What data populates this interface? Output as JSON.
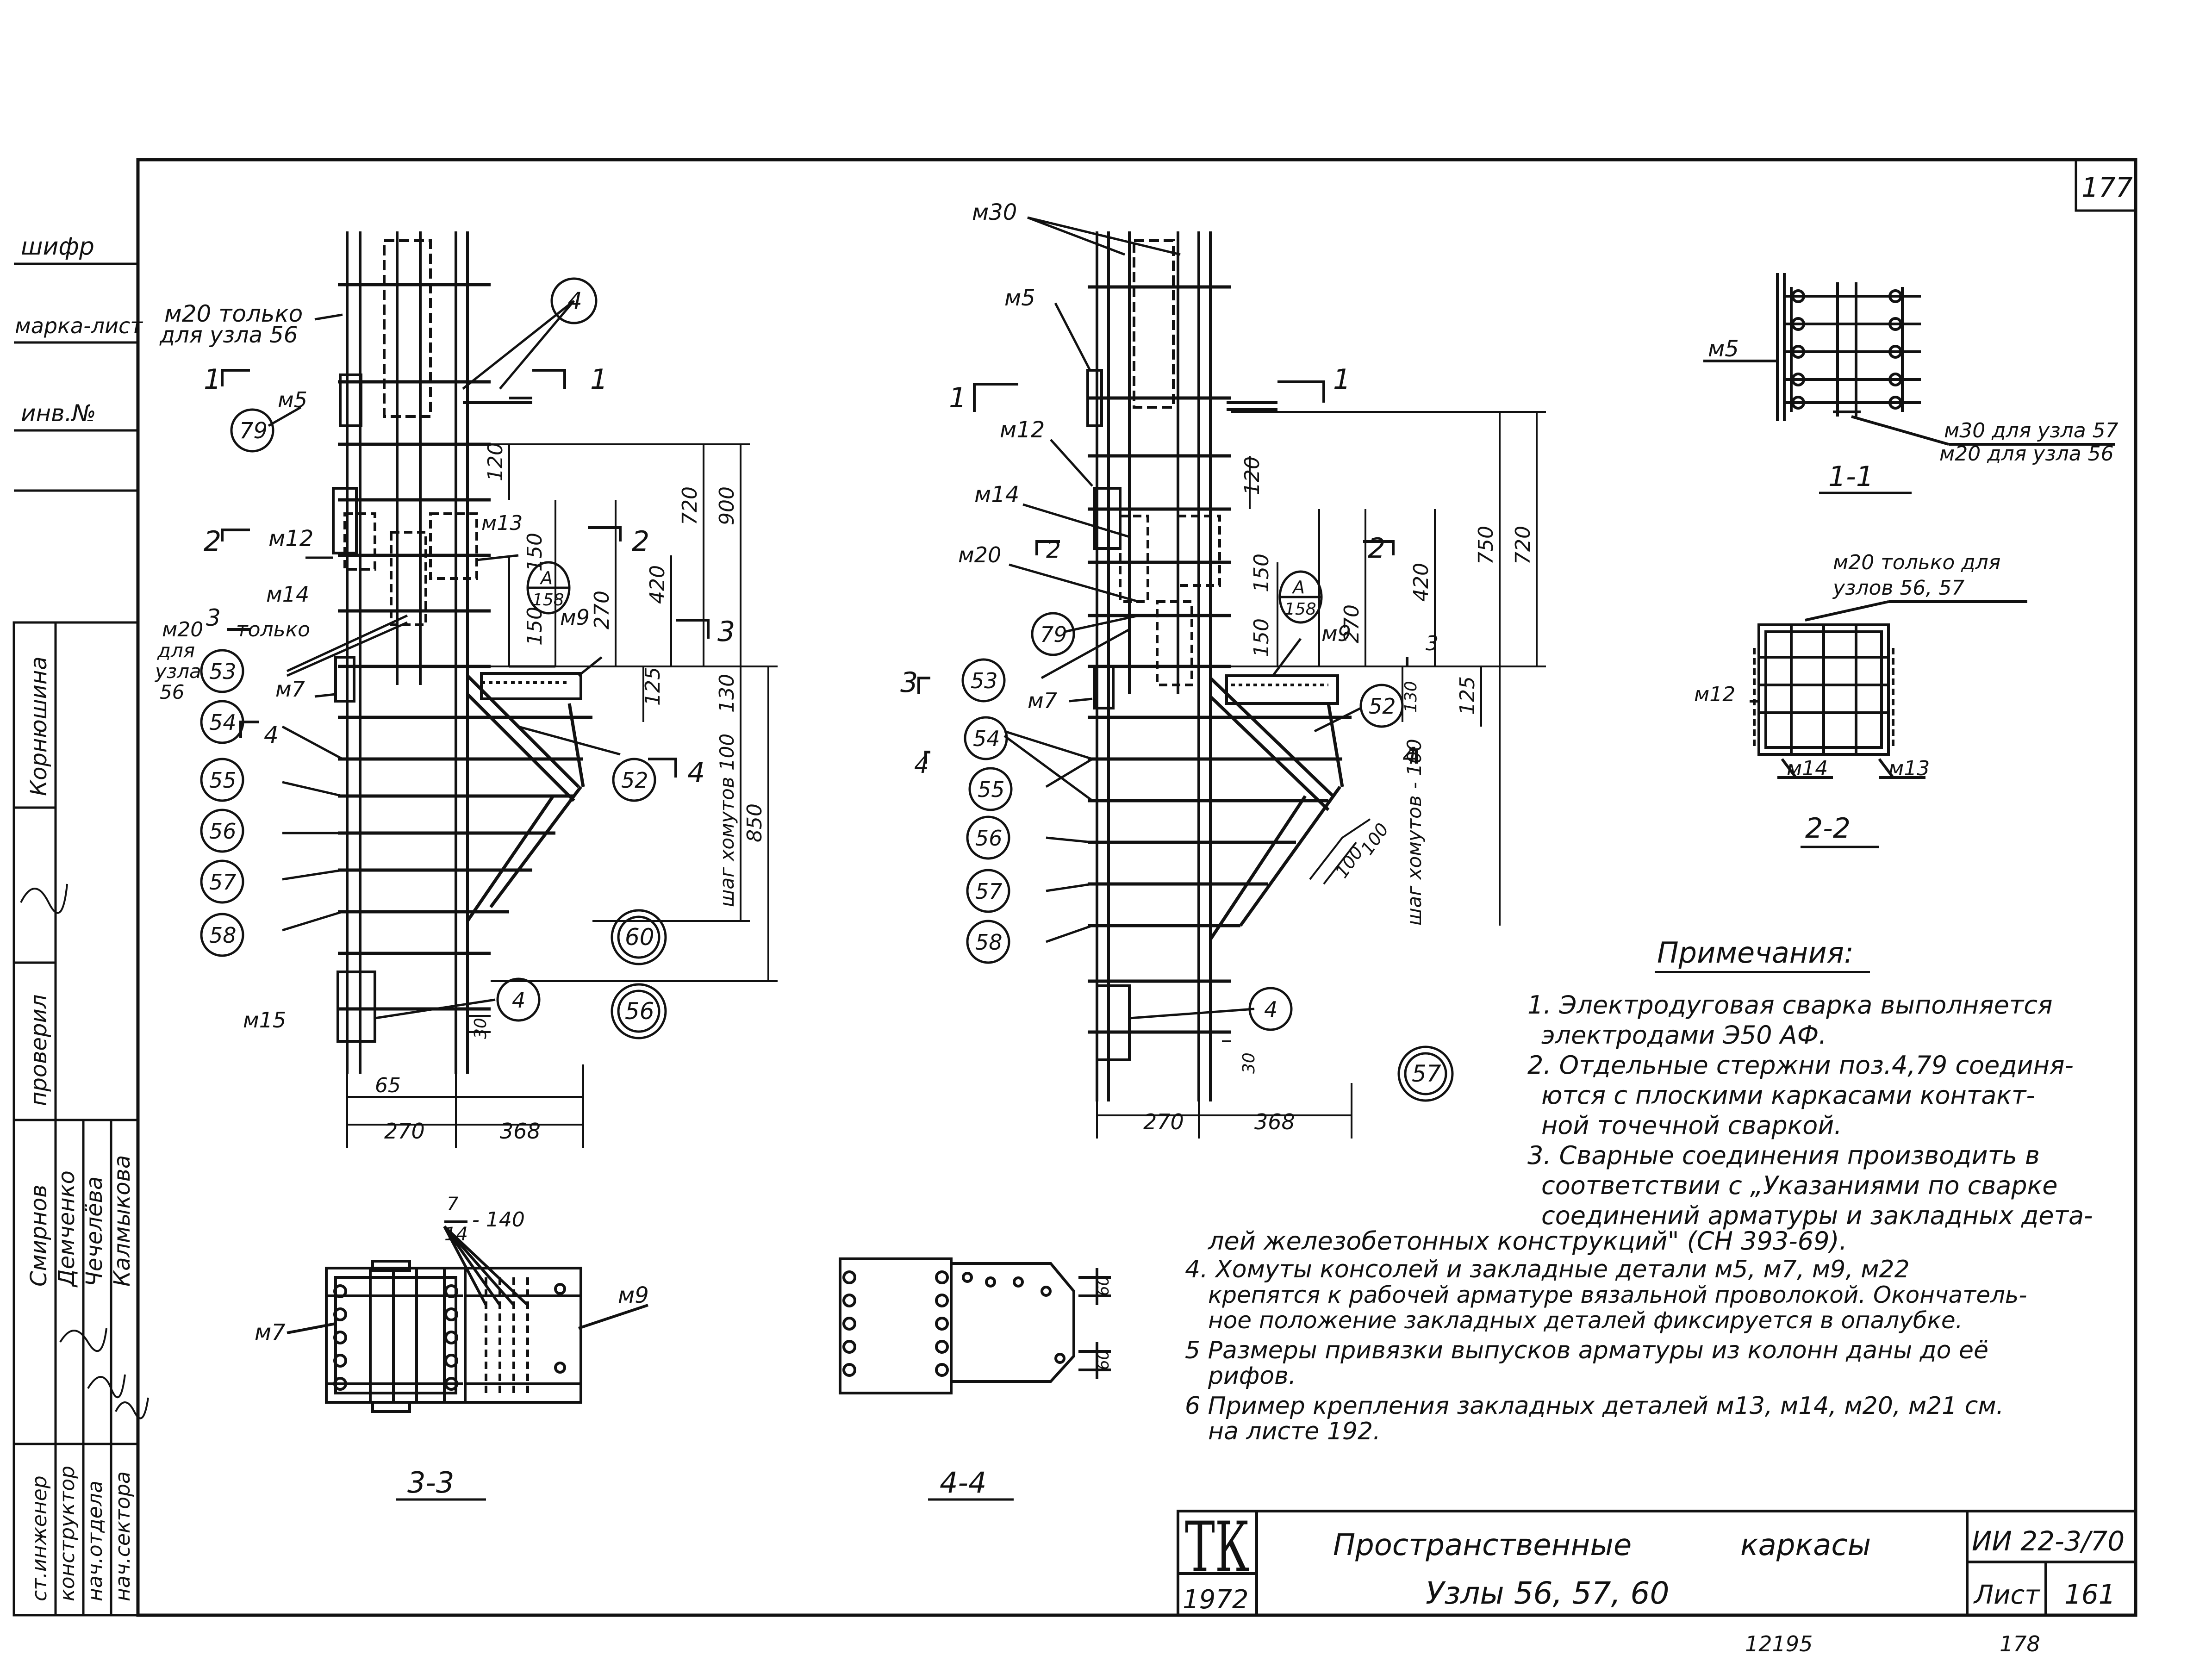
{
  "sheet_top_number": "177",
  "left_stamp": {
    "cipher_label": "шифр",
    "mark_sheet_label": "марка-лист",
    "inventory_label": "инв.№",
    "checked_label": "проверил",
    "checked_name": "Корнюшина",
    "roles": [
      "конструктор",
      "нач.отдела",
      "нач.сектора",
      "ст.инженер"
    ],
    "names": [
      "Смирнов",
      "Демченко",
      "Чечелёва",
      "Калмыкова"
    ]
  },
  "node1": {
    "m20_note": "м20 только",
    "m20_note2": "для узла 56",
    "callout_4": "4",
    "m5": "м5",
    "callout_79": "79",
    "m12": "м12",
    "m13": "м13",
    "m14": "м14",
    "m20_only": "м20",
    "only_word": "только",
    "m20_for_node": "для",
    "m20_node_word": "узла",
    "m20_node_num": "56",
    "m7": "м7",
    "m9": "м9",
    "callout_A": "А",
    "callout_A_sheet": "158",
    "bars": [
      "53",
      "54",
      "55",
      "56",
      "57",
      "58"
    ],
    "callout_52": "52",
    "node_60": "60",
    "node_56": "56",
    "m15": "м15",
    "callout_4_bottom": "4",
    "dims": {
      "d120": "120",
      "d150a": "150",
      "d150b": "150",
      "d270": "270",
      "d420": "420",
      "d720": "720",
      "d900": "900",
      "d125": "125",
      "d130": "130",
      "d850": "850",
      "d30": "30",
      "d65": "65",
      "d270b": "270",
      "d368": "368"
    },
    "stirrup_step": "шаг хомутов 100",
    "sec1": "1",
    "sec2": "2",
    "sec3": "3",
    "sec4": "4"
  },
  "node2": {
    "m30": "м30",
    "m5": "м5",
    "m12": "м12",
    "m14": "м14",
    "m20": "м20",
    "callout_79": "79",
    "callout_A": "А",
    "callout_A_sheet": "158",
    "m9": "м9",
    "m7": "м7",
    "bars": [
      "53",
      "54",
      "55",
      "56",
      "57",
      "58"
    ],
    "callout_52": "52",
    "callout_4": "4",
    "node_57": "57",
    "dims": {
      "d120": "120",
      "d150a": "150",
      "d150b": "150",
      "d270": "270",
      "d420": "420",
      "d750": "750",
      "d720": "720",
      "d125": "125",
      "d130": "130",
      "d100a": "100",
      "d100b": "100",
      "d30": "30",
      "d270b": "270",
      "d368": "368"
    },
    "stirrup_step": "шаг хомутов - 100",
    "sec1": "1",
    "sec2": "2",
    "sec3": "3",
    "sec4": "4"
  },
  "section_1_1": {
    "title": "1-1",
    "m5": "м5",
    "m30_note": "м30 для узла 57",
    "m20_note": "м20 для узла 56"
  },
  "section_2_2": {
    "title": "2-2",
    "m20_note": "м20 только для",
    "m20_note2": "узлов 56, 57",
    "m12": "м12",
    "m14": "м14",
    "m13": "м13"
  },
  "section_3_3": {
    "title": "3-3",
    "frac_top": "7",
    "frac_bottom": "14",
    "frac_suffix": "- 140",
    "m7": "м7",
    "m9": "м9"
  },
  "section_4_4": {
    "title": "4-4",
    "d60a": "60",
    "d60b": "60"
  },
  "notes": {
    "heading": "Примечания:",
    "lines": [
      "1. Электродуговая сварка выполняется",
      "электродами Э50 АФ.",
      "2. Отдельные стержни поз.4,79 соединя-",
      "ются с плоскими каркасами контакт-",
      "ной точечной сваркой.",
      "3. Сварные соединения производить в",
      "соответствии с „Указаниями по сварке",
      "соединений арматуры и закладных дета-",
      "лей железобетонных конструкций\" (СН 393-69).",
      "4. Хомуты консолей и закладные детали м5, м7, м9, м22",
      "крепятся к рабочей арматуре вязальной проволокой. Окончатель-",
      "ное положение закладных деталей фиксируется в опалубке.",
      "5 Размеры привязки выпусков арматуры из колонн даны до её",
      "рифов.",
      "6 Пример крепления закладных деталей м13, м14, м20, м21 см.",
      "на листе 192."
    ]
  },
  "title_block": {
    "logo": "ТК",
    "year": "1972",
    "title_line1": "Пространственные",
    "title_line1b": "каркасы",
    "title_line2": "Узлы 56, 57, 60",
    "series": "ИИ 22-3/70",
    "sheet_label": "Лист",
    "sheet_number": "161"
  },
  "bottom_marks": {
    "left": "12195",
    "right": "178"
  }
}
